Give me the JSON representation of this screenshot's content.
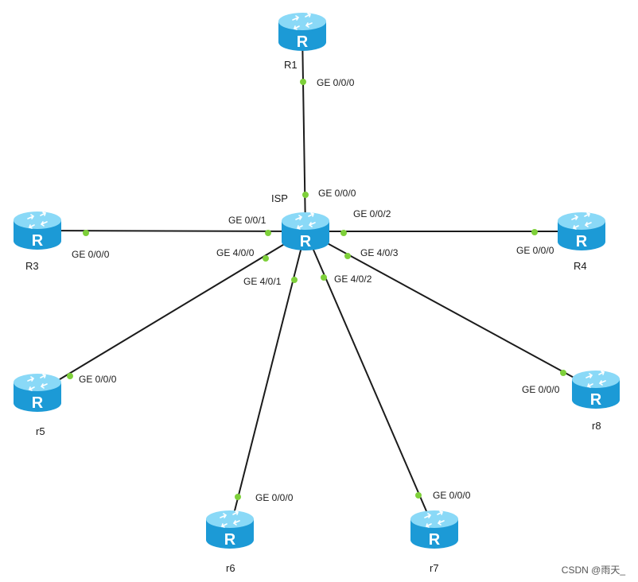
{
  "colors": {
    "link": "#1b1b1b",
    "port_dot": "#7ed03a",
    "router_body": "#38b8ee",
    "router_top": "#8ad9f7",
    "router_side": "#1c9ad6",
    "label": "#1a1a1a"
  },
  "icons": {
    "router": "router-icon"
  },
  "routers": [
    {
      "id": "isp",
      "name": "ISP",
      "glyph": "R"
    },
    {
      "id": "r1",
      "name": "R1",
      "glyph": "R"
    },
    {
      "id": "r3",
      "name": "R3",
      "glyph": "R"
    },
    {
      "id": "r4",
      "name": "R4",
      "glyph": "R"
    },
    {
      "id": "r5",
      "name": "r5",
      "glyph": "R"
    },
    {
      "id": "r6",
      "name": "r6",
      "glyph": "R"
    },
    {
      "id": "r7",
      "name": "r7",
      "glyph": "R"
    },
    {
      "id": "r8",
      "name": "r8",
      "glyph": "R"
    }
  ],
  "links": [
    {
      "from": "isp",
      "from_port": "GE 0/0/0",
      "to": "r1",
      "to_port": "GE 0/0/0"
    },
    {
      "from": "isp",
      "from_port": "GE 0/0/1",
      "to": "r3",
      "to_port": "GE 0/0/0"
    },
    {
      "from": "isp",
      "from_port": "GE 0/0/2",
      "to": "r4",
      "to_port": "GE 0/0/0"
    },
    {
      "from": "isp",
      "from_port": "GE 4/0/0",
      "to": "r5",
      "to_port": "GE 0/0/0"
    },
    {
      "from": "isp",
      "from_port": "GE 4/0/1",
      "to": "r6",
      "to_port": "GE 0/0/0"
    },
    {
      "from": "isp",
      "from_port": "GE 4/0/2",
      "to": "r7",
      "to_port": "GE 0/0/0"
    },
    {
      "from": "isp",
      "from_port": "GE 4/0/3",
      "to": "r8",
      "to_port": "GE 0/0/0"
    }
  ],
  "watermark": "CSDN @雨天_"
}
